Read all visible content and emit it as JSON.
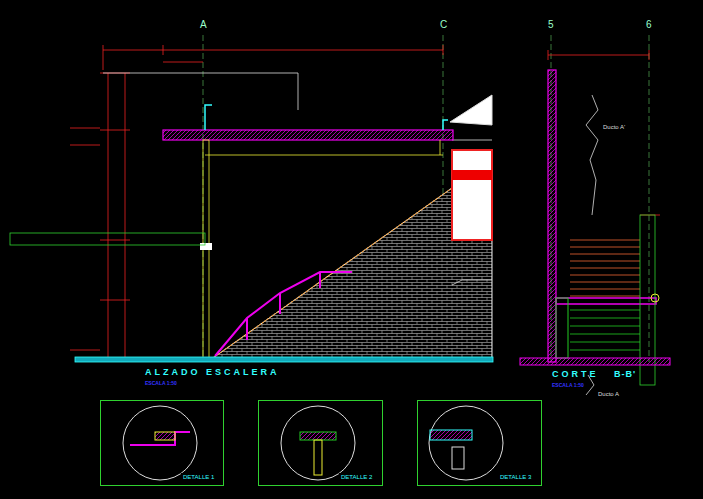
{
  "diagram": {
    "nodes": [
      {
        "text": [
          "DETALLE 1"
        ]
      },
      {
        "text": [
          "DETALLE 2"
        ]
      },
      {
        "text": [
          "DETALLE 3"
        ]
      }
    ],
    "labels": [
      "A",
      "C",
      "5",
      "6",
      "ALZADO ESCALERA",
      "ESCALA 1:50",
      "CORTE",
      "B-B'",
      "ESCALA 1:50",
      "Ducto A'",
      "Ducto A"
    ]
  }
}
